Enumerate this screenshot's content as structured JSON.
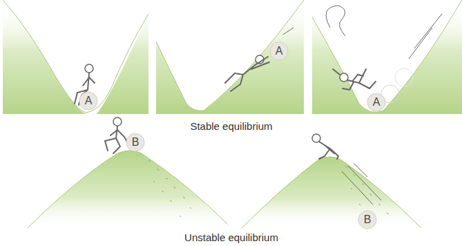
{
  "diagram": {
    "nodes": [
      {
        "text": [
          "A"
        ]
      },
      {
        "text": [
          "A"
        ]
      },
      {
        "text": [
          "A"
        ]
      },
      {
        "text": [
          "B"
        ]
      },
      {
        "text": [
          "B"
        ]
      }
    ],
    "labels": [
      "Stable equilibrium",
      "Unstable equilibrium"
    ]
  }
}
